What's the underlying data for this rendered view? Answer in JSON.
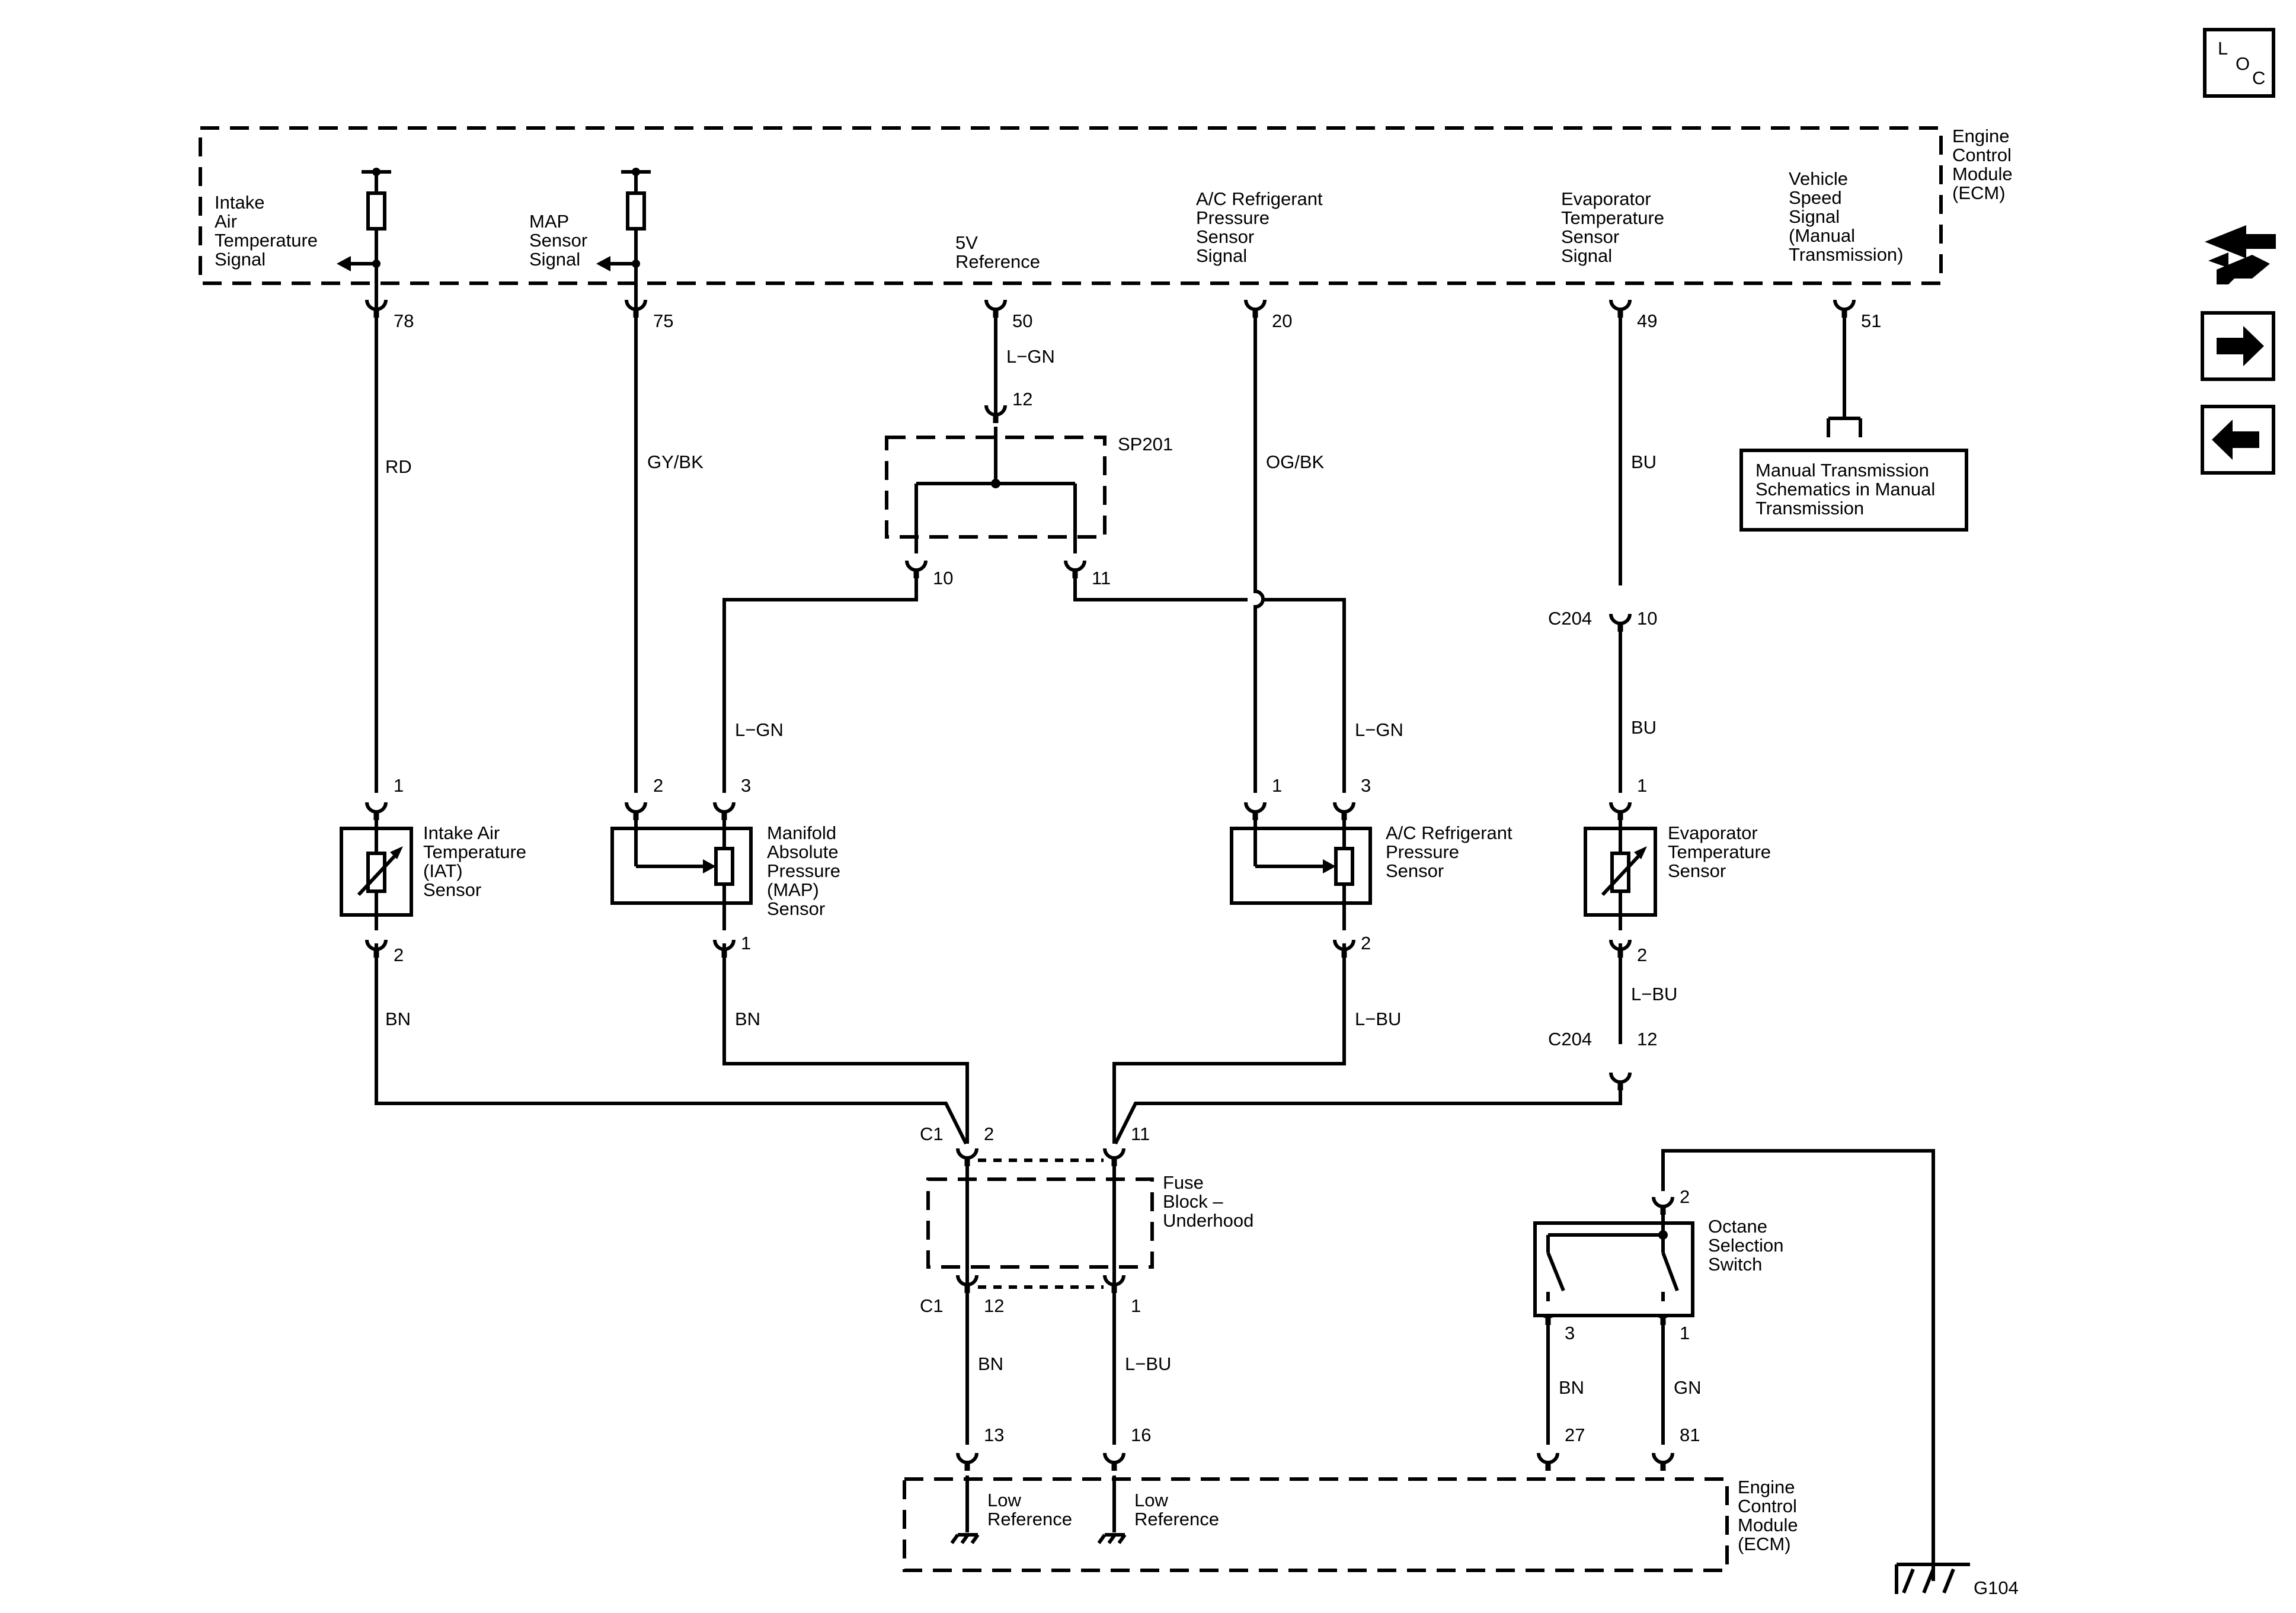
{
  "loc_icon": {
    "l": "L",
    "o": "O",
    "c": "C"
  },
  "nav_icons": [
    "wiring-tools-icon",
    "arrow-right-icon",
    "arrow-left-icon"
  ],
  "ecm_top": {
    "title": [
      "Engine",
      "Control",
      "Module",
      "(ECM)"
    ]
  },
  "ecm_bottom": {
    "title": [
      "Engine",
      "Control",
      "Module",
      "(ECM)"
    ]
  },
  "signals": {
    "iat": [
      "Intake",
      "Air",
      "Temperature",
      "Signal"
    ],
    "map": [
      "MAP",
      "Sensor",
      "Signal"
    ],
    "ref5v": [
      "5V",
      "Reference"
    ],
    "ac": [
      "A/C Refrigerant",
      "Pressure",
      "Sensor",
      "Signal"
    ],
    "evap": [
      "Evaporator",
      "Temperature",
      "Sensor",
      "Signal"
    ],
    "vss": [
      "Vehicle",
      "Speed",
      "Signal",
      "(Manual",
      "Transmission)"
    ]
  },
  "pins": {
    "p78": "78",
    "p75": "75",
    "p50": "50",
    "p20": "20",
    "p49": "49",
    "p51": "51",
    "sp12": "12",
    "sp10": "10",
    "sp11": "11",
    "c204a": "10",
    "c204b": "12",
    "iat1": "1",
    "iat2": "2",
    "map2": "2",
    "map3": "3",
    "map1": "1",
    "ac1": "1",
    "ac3": "3",
    "ac2": "2",
    "ev1": "1",
    "ev2": "2",
    "fb2": "2",
    "fb11": "11",
    "fb12": "12",
    "fb1": "1",
    "e13": "13",
    "e16": "16",
    "e27": "27",
    "e81": "81",
    "os2": "2",
    "os3": "3",
    "os1": "1"
  },
  "connectors": {
    "c204_a": "C204",
    "c204_b": "C204",
    "c1_top": "C1",
    "c1_bot": "C1"
  },
  "splice": "SP201",
  "wires": {
    "rd": "RD",
    "gybk": "GY/BK",
    "lgn_ref": "L−GN",
    "ogbk": "OG/BK",
    "bu_top": "BU",
    "lgn_map": "L−GN",
    "lgn_ac": "L−GN",
    "bu_mid": "BU",
    "bn_iat": "BN",
    "bn_map": "BN",
    "lbu_ac": "L−BU",
    "lbu_evap": "L−BU",
    "bn_low": "BN",
    "lbu_low": "L−BU",
    "bn_os": "BN",
    "gn_os": "GN"
  },
  "components": {
    "iat": [
      "Intake Air",
      "Temperature",
      "(IAT)",
      "Sensor"
    ],
    "map": [
      "Manifold",
      "Absolute",
      "Pressure",
      "(MAP)",
      "Sensor"
    ],
    "ac": [
      "A/C Refrigerant",
      "Pressure",
      "Sensor"
    ],
    "evap": [
      "Evaporator",
      "Temperature",
      "Sensor"
    ],
    "fuse": [
      "Fuse",
      "Block –",
      "Underhood"
    ],
    "octane": [
      "Octane",
      "Selection",
      "Switch"
    ]
  },
  "manual_box": [
    "Manual Transmission",
    "Schematics in Manual",
    "Transmission"
  ],
  "low_ref": {
    "a": [
      "Low",
      "Reference"
    ],
    "b": [
      "Low",
      "Reference"
    ]
  },
  "ground": "G104"
}
